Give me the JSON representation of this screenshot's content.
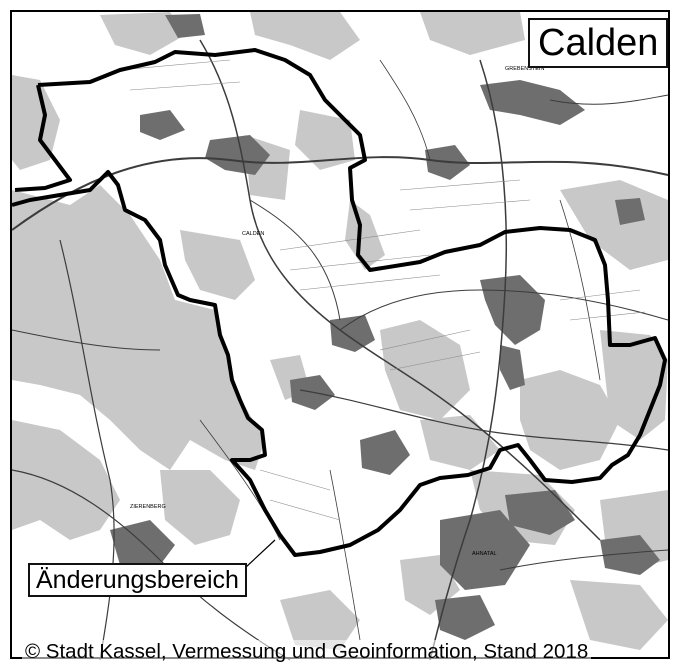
{
  "map": {
    "title": "Calden",
    "area_label": "Änderungsbereich",
    "copyright": "© Stadt Kassel, Vermessung und Geoinformation, Stand 2018",
    "place_labels": [
      {
        "id": "calden",
        "text": "CALDEN"
      },
      {
        "id": "grebenstein",
        "text": "GREBENSTEIN"
      },
      {
        "id": "zierenberg",
        "text": "ZIERENBERG"
      },
      {
        "id": "ahnatal",
        "text": "AHNATAL"
      }
    ],
    "colors": {
      "forest": "#c8c8c8",
      "settlement": "#6e6e6e",
      "boundary": "#000000",
      "background": "#ffffff",
      "roads": "#3c3c3c"
    }
  }
}
